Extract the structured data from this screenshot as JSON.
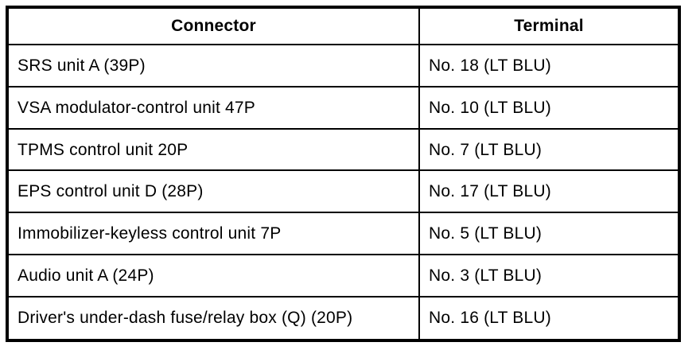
{
  "table": {
    "title": "connector-terminal-table",
    "headers": {
      "connector": "Connector",
      "terminal": "Terminal"
    },
    "rows": [
      {
        "connector": "SRS unit A (39P)",
        "terminal": "No. 18 (LT BLU)"
      },
      {
        "connector": "VSA modulator-control unit 47P",
        "terminal": "No. 10 (LT BLU)"
      },
      {
        "connector": "TPMS control unit 20P",
        "terminal": "No. 7 (LT BLU)"
      },
      {
        "connector": "EPS control unit D (28P)",
        "terminal": "No. 17 (LT BLU)"
      },
      {
        "connector": "Immobilizer-keyless control unit 7P",
        "terminal": "No. 5 (LT BLU)"
      },
      {
        "connector": "Audio unit A (24P)",
        "terminal": "No. 3 (LT BLU)"
      },
      {
        "connector": "Driver's under-dash fuse/relay box (Q) (20P)",
        "terminal": "No. 16 (LT BLU)"
      }
    ],
    "colors": {
      "border": "#000000",
      "background": "#ffffff",
      "text": "#000000"
    }
  }
}
